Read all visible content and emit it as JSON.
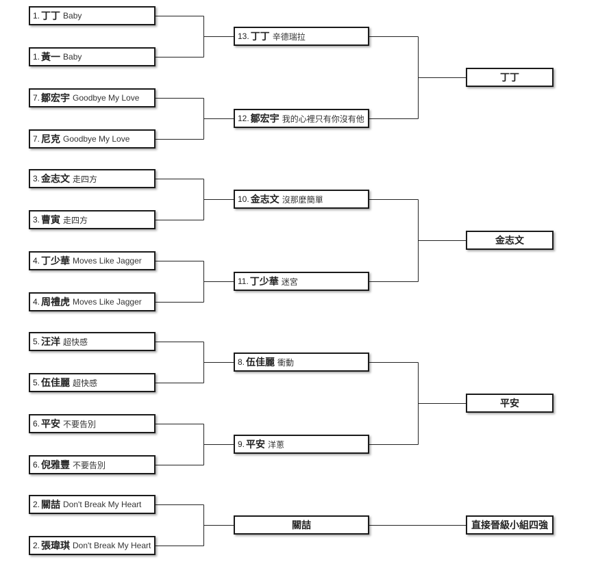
{
  "round1": [
    {
      "seed": "1.",
      "name": "丁丁",
      "song": "Baby"
    },
    {
      "seed": "1.",
      "name": "黃一",
      "song": "Baby"
    },
    {
      "seed": "7.",
      "name": "鄒宏宇",
      "song": "Goodbye My Love"
    },
    {
      "seed": "7.",
      "name": "尼克",
      "song": "Goodbye My Love"
    },
    {
      "seed": "3.",
      "name": "金志文",
      "song": "走四方"
    },
    {
      "seed": "3.",
      "name": "曹寅",
      "song": "走四方"
    },
    {
      "seed": "4.",
      "name": "丁少華",
      "song": "Moves Like Jagger"
    },
    {
      "seed": "4.",
      "name": "周禮虎",
      "song": "Moves Like Jagger"
    },
    {
      "seed": "5.",
      "name": "汪洋",
      "song": "超快感"
    },
    {
      "seed": "5.",
      "name": "伍佳麗",
      "song": "超快感"
    },
    {
      "seed": "6.",
      "name": "平安",
      "song": "不要告別"
    },
    {
      "seed": "6.",
      "name": "倪雅豐",
      "song": "不要告別"
    },
    {
      "seed": "2.",
      "name": "關喆",
      "song": "Don't Break My Heart"
    },
    {
      "seed": "2.",
      "name": "張瑋琪",
      "song": "Don't Break My Heart"
    }
  ],
  "round2": [
    {
      "seed": "13.",
      "name": "丁丁",
      "song": "辛德瑞拉"
    },
    {
      "seed": "12.",
      "name": "鄒宏宇",
      "song": "我的心裡只有你沒有他"
    },
    {
      "seed": "10.",
      "name": "金志文",
      "song": "沒那麼簡單"
    },
    {
      "seed": "11.",
      "name": "丁少華",
      "song": "迷宮"
    },
    {
      "seed": "8.",
      "name": "伍佳麗",
      "song": "衝動"
    },
    {
      "seed": "9.",
      "name": "平安",
      "song": "洋蔥"
    },
    {
      "seed": "",
      "name": "關喆",
      "song": ""
    }
  ],
  "round3": [
    {
      "name": "丁丁"
    },
    {
      "name": "金志文"
    },
    {
      "name": "平安"
    },
    {
      "name": "直接晉級小組四強"
    }
  ]
}
